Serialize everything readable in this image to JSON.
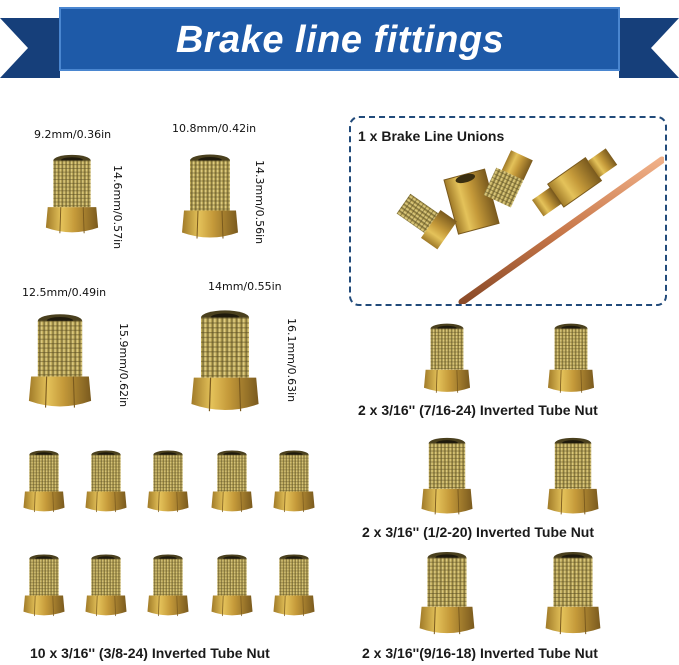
{
  "banner": {
    "title": "Brake line fittings"
  },
  "dimensions": {
    "fit1_w": "9.2mm/0.36in",
    "fit1_h": "14.6mm/0.57in",
    "fit2_w": "10.8mm/0.42in",
    "fit2_h": "14.3mm/0.56in",
    "fit3_w": "12.5mm/0.49in",
    "fit3_h": "15.9mm/0.62in",
    "fit4_w": "14mm/0.55in",
    "fit4_h": "16.1mm/0.63in"
  },
  "union": {
    "label": "1 x Brake Line Unions"
  },
  "captions": {
    "nut_7_16": "2 x 3/16'' (7/16-24) Inverted Tube Nut",
    "nut_1_2": "2 x 3/16'' (1/2-20) Inverted Tube Nut",
    "nut_9_16": "2 x 3/16''(9/16-18) Inverted Tube Nut",
    "nut_3_8": "10 x 3/16'' (3/8-24) Inverted Tube Nut"
  },
  "colors": {
    "banner_blue": "#1e5aa8",
    "banner_dark": "#163f7a",
    "brass": "#c9a94a",
    "copper": "#c8784a"
  }
}
